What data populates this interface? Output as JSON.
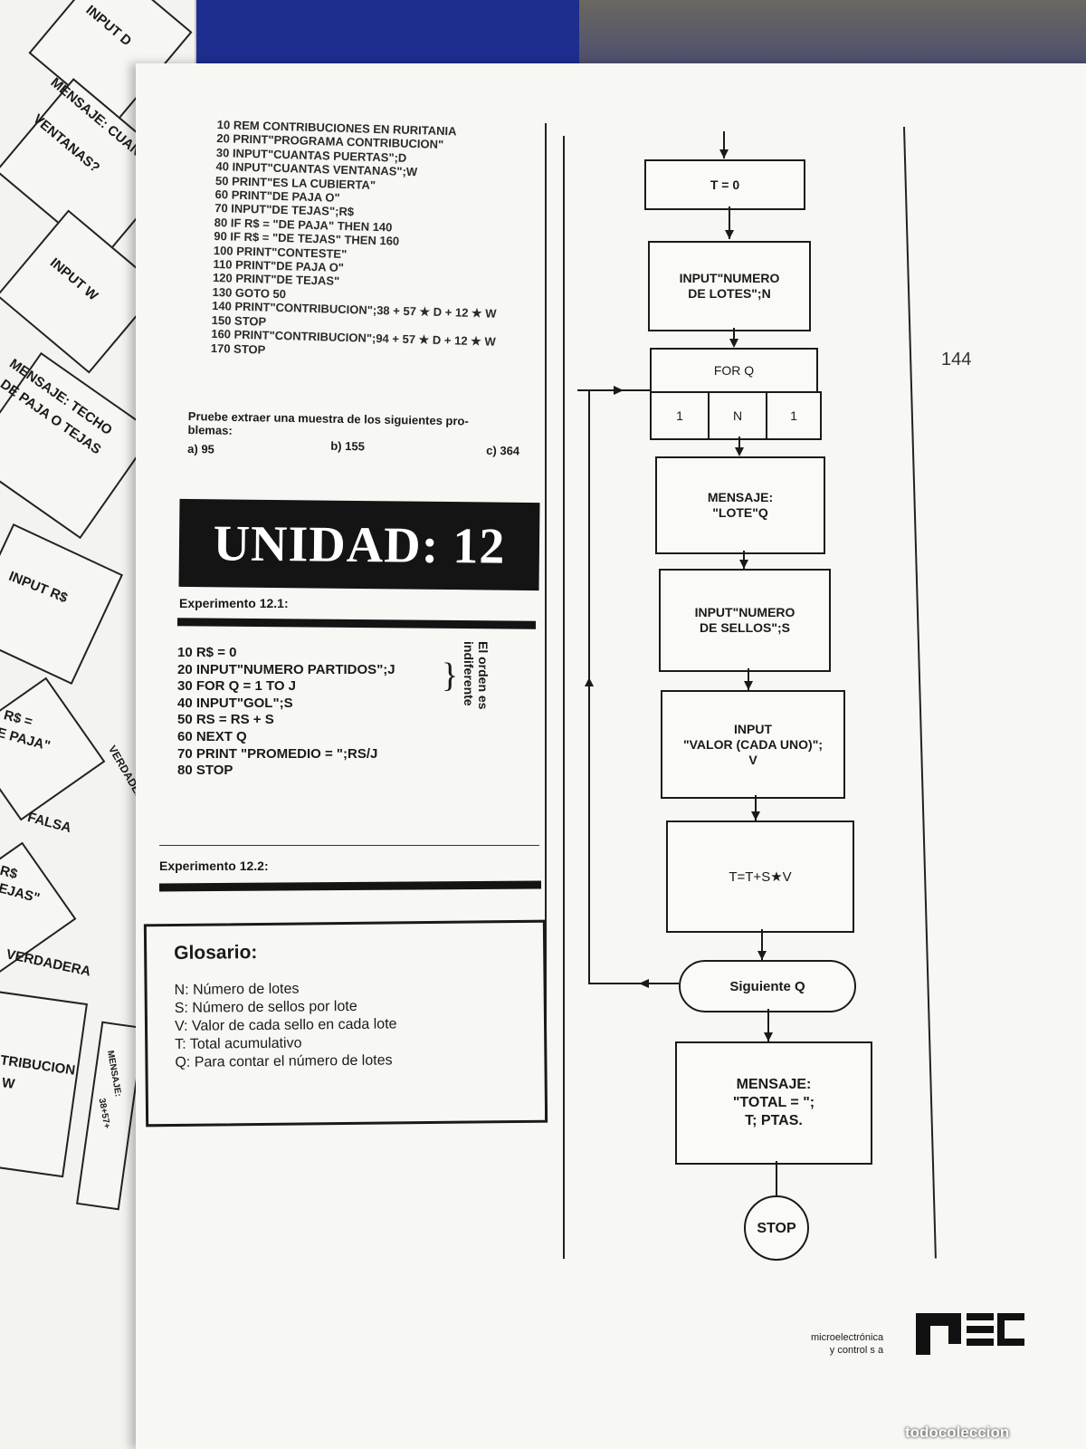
{
  "left_page": {
    "input_d": "INPUT D",
    "mensaje_cuantas": [
      "MENSAJE: CUANTAS",
      "VENTANAS?"
    ],
    "input_w": "INPUT W",
    "mensaje_techo": [
      "MENSAJE: TECHO",
      "DE PAJA O TEJAS"
    ],
    "input_rs": "INPUT R$",
    "decision_paja": [
      "R$ =",
      "E PAJA\""
    ],
    "verdadera_1": "VERDADERA",
    "falsa": "FALSA",
    "decision_tejas": [
      "R$",
      "EJAS\""
    ],
    "verdadera_2": "VERDADERA",
    "contribucion": [
      "TRIBUCION",
      "W"
    ],
    "mensaje_small": [
      "MENSAJE:",
      "38+57+"
    ]
  },
  "listing": [
    "10 REM CONTRIBUCIONES EN RURITANIA",
    "20 PRINT\"PROGRAMA CONTRIBUCION\"",
    "30 INPUT\"CUANTAS PUERTAS\";D",
    "40 INPUT\"CUANTAS VENTANAS\";W",
    "50 PRINT\"ES LA CUBIERTA\"",
    "60 PRINT\"DE PAJA O\"",
    "70 INPUT\"DE TEJAS\";R$",
    "80 IF R$ = \"DE PAJA\" THEN 140",
    "90 IF R$ = \"DE TEJAS\" THEN 160",
    "100 PRINT\"CONTESTE\"",
    "110 PRINT\"DE PAJA O\"",
    "120 PRINT\"DE TEJAS\"",
    "130 GOTO 50",
    "140 PRINT\"CONTRIBUCION\";38 + 57 ★ D + 12 ★ W",
    "150 STOP",
    "160 PRINT\"CONTRIBUCION\";94 + 57 ★ D + 12 ★ W",
    "170 STOP"
  ],
  "problems": {
    "intro": "Pruebe extraer una muestra de los siguientes pro-",
    "intro2": "blemas:",
    "a": "a) 95",
    "b": "b) 155",
    "c": "c) 364"
  },
  "unit_title": "UNIDAD: 12",
  "experiment_1": "Experimento 12.1:",
  "code": [
    "10 R$ = 0",
    "20 INPUT\"NUMERO PARTIDOS\";J",
    "30 FOR Q = 1 TO J",
    "40 INPUT\"GOL\";S",
    "50 RS = RS + S",
    "60 NEXT Q",
    "70 PRINT \"PROMEDIO = \";RS/J",
    "80 STOP"
  ],
  "order_note": [
    "El orden es",
    "indiferente"
  ],
  "experiment_2": "Experimento 12.2:",
  "glossary": {
    "title": "Glosario:",
    "items": [
      "N: Número de lotes",
      "S: Número de sellos por lote",
      "V: Valor de cada sello en cada lote",
      "T: Total acumulativo",
      "Q: Para contar el número de lotes"
    ]
  },
  "flowchart": {
    "t_init": "T = 0",
    "input_lotes": [
      "INPUT\"NUMERO",
      "DE LOTES\";N"
    ],
    "for_q": "FOR Q",
    "for_cells": [
      "1",
      "N",
      "1"
    ],
    "mensaje_lote": [
      "MENSAJE:",
      "\"LOTE\"Q"
    ],
    "input_sellos": [
      "INPUT\"NUMERO",
      "DE SELLOS\";S"
    ],
    "input_valor": [
      "INPUT",
      "\"VALOR (CADA UNO)\";",
      "V"
    ],
    "accumulate": "T=T+S★V",
    "siguiente": "Siguiente Q",
    "mensaje_total": [
      "MENSAJE:",
      "\"TOTAL = \";",
      "T; PTAS."
    ],
    "stop": "STOP"
  },
  "page_number": "144",
  "company": [
    "microelectrónica",
    "y control s a"
  ],
  "logo_text": "MEC",
  "watermark": "todocoleccion"
}
